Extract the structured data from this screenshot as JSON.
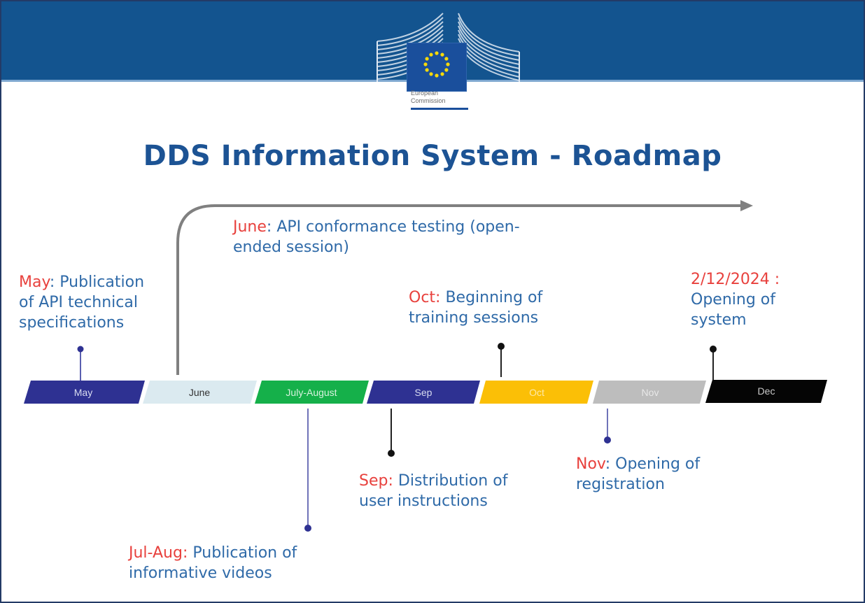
{
  "header": {
    "logo": {
      "icon": "european-commission-logo",
      "line1": "European",
      "line2": "Commission",
      "colors": {
        "band": "#13548f",
        "flag": "#1a4f9c",
        "stars": "#f5d90a"
      }
    }
  },
  "title": "DDS Information System - Roadmap",
  "timeline": {
    "segments": [
      {
        "label": "May",
        "color": "#2e3192",
        "text_color": "#d8dcf0"
      },
      {
        "label": "June",
        "color": "#dbeaf0",
        "text_color": "#333333"
      },
      {
        "label": "July-August",
        "color": "#15b04a",
        "text_color": "#d6f2de"
      },
      {
        "label": "Sep",
        "color": "#2e3192",
        "text_color": "#d8dcf0"
      },
      {
        "label": "Oct",
        "color": "#fbbf06",
        "text_color": "#fde9a8"
      },
      {
        "label": "Nov",
        "color": "#bdbdbd",
        "text_color": "#e8e8e8"
      },
      {
        "label": "Dec",
        "color": "#050505",
        "text_color": "#c9c9c9"
      }
    ],
    "ongoing_arrow_color": "#808080"
  },
  "milestones": [
    {
      "lead": "May",
      "sep": ": ",
      "lines": [
        "Publication",
        "of API technical",
        "specifications"
      ]
    },
    {
      "lead": "June",
      "sep": ": ",
      "lines": [
        "API conformance testing (open-",
        "ended session)"
      ]
    },
    {
      "lead": "Jul-Aug:",
      "sep": " ",
      "lines": [
        "Publication of",
        "informative videos"
      ]
    },
    {
      "lead": "Sep:",
      "sep": " ",
      "lines": [
        "Distribution of",
        "user instructions"
      ]
    },
    {
      "lead": "Oct:",
      "sep": " ",
      "lines": [
        "Beginning of",
        "training sessions"
      ]
    },
    {
      "lead": "Nov",
      "sep": ": ",
      "lines": [
        "Opening of",
        "registration"
      ]
    },
    {
      "lead": "2/12/2024 :",
      "sep": "",
      "lines": [
        "Opening of",
        "system"
      ]
    }
  ],
  "colors": {
    "lead_text": "#e8413d",
    "body_text": "#2f6aa8",
    "title": "#1c5394"
  }
}
